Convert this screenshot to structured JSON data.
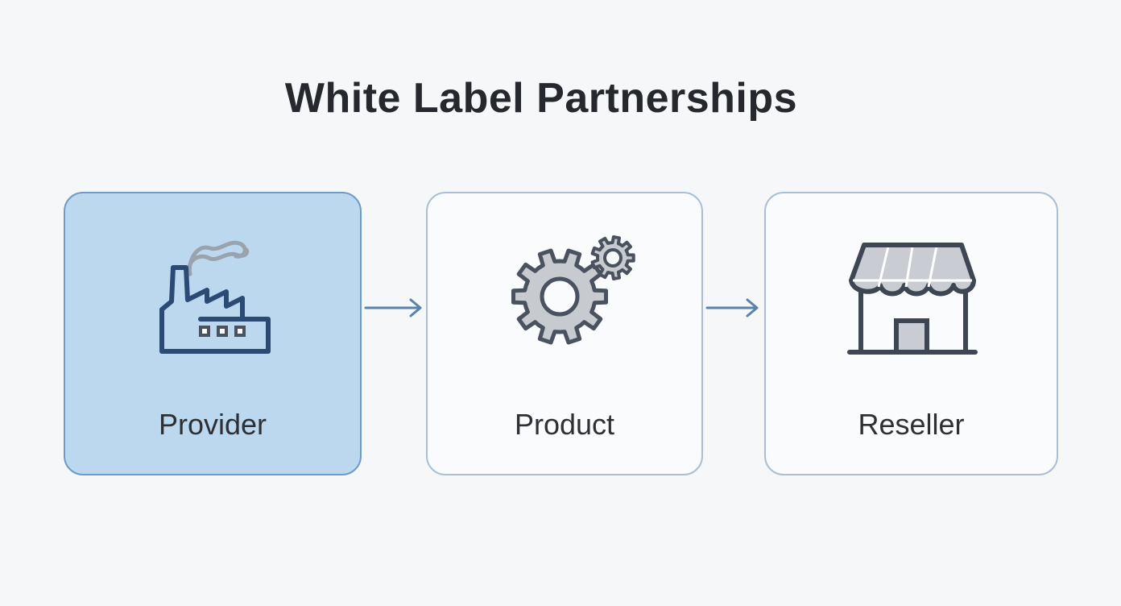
{
  "title": "White Label Partnerships",
  "steps": [
    {
      "label": "Provider",
      "icon": "factory-icon",
      "active": true
    },
    {
      "label": "Product",
      "icon": "gears-icon",
      "active": false
    },
    {
      "label": "Reseller",
      "icon": "storefront-icon",
      "active": false
    }
  ],
  "colors": {
    "active_fill": "#bcd8ef",
    "active_border": "#6f9bc7",
    "arrow": "#5b82ab",
    "icon_dark": "#3e4654"
  }
}
